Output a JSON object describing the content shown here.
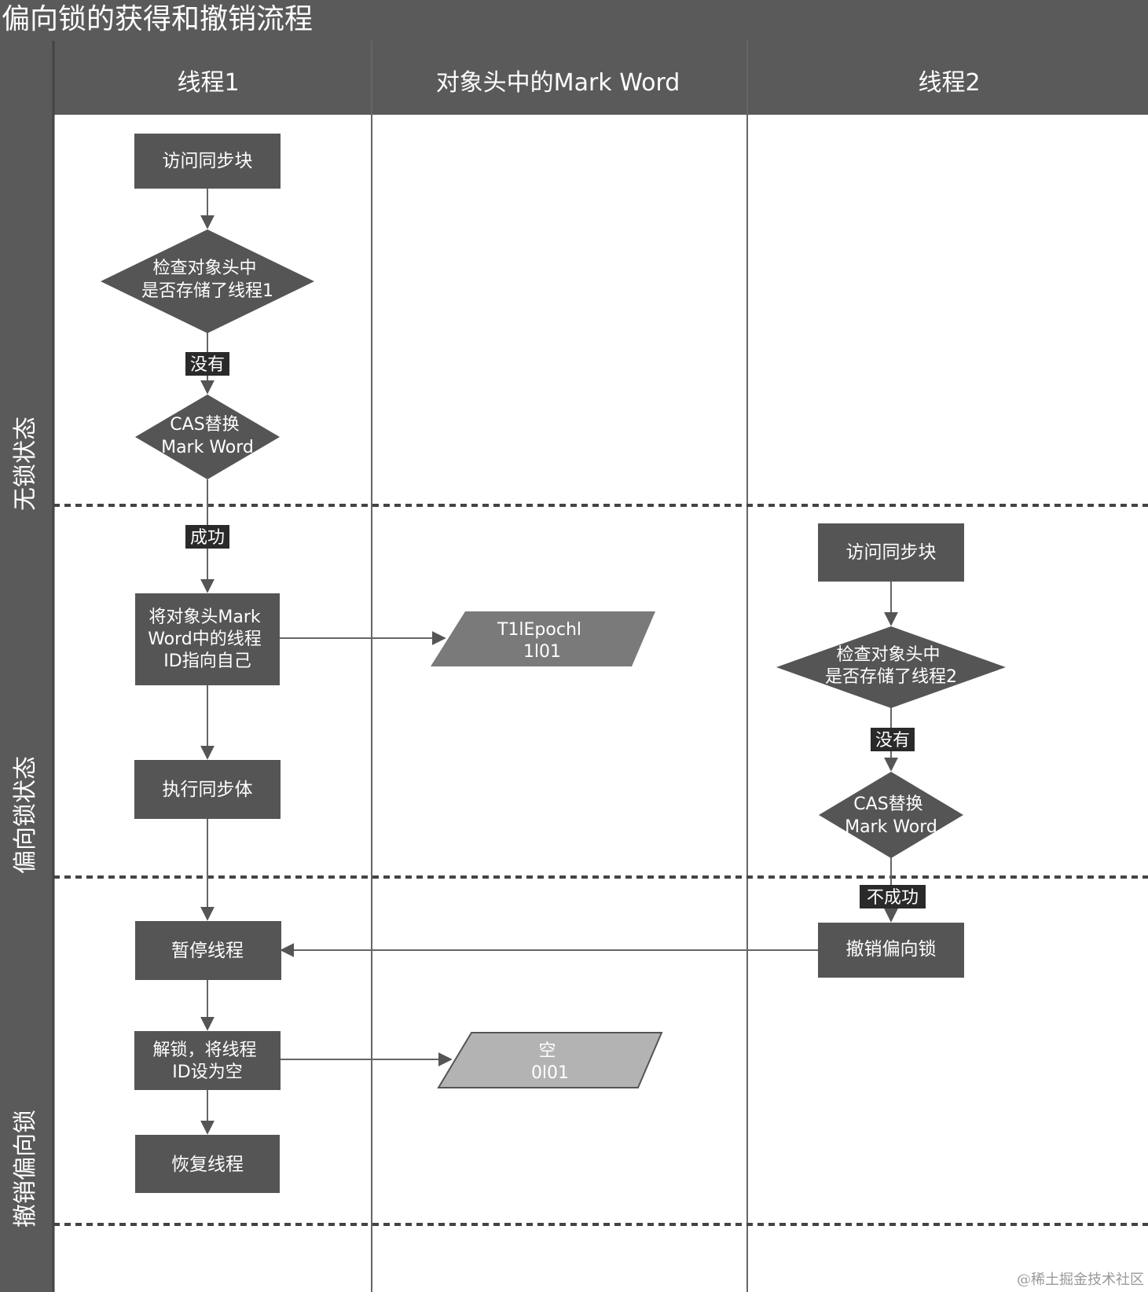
{
  "title": "偏向锁的获得和撤销流程",
  "lanes": {
    "thread1": "线程1",
    "markword": "对象头中的Mark Word",
    "thread2": "线程2"
  },
  "stages": {
    "unlocked": "无锁状态",
    "biased": "偏向锁状态",
    "revoke": "撤销偏向锁"
  },
  "thread1": {
    "access_sync": "访问同步块",
    "check": [
      "检查对象头中",
      "是否存储了线程1"
    ],
    "no_label": "没有",
    "cas": [
      "CAS替换",
      "Mark Word"
    ],
    "success_label": "成功",
    "set_markword": [
      "将对象头Mark",
      "Word中的线程",
      "ID指向自己"
    ],
    "exec_sync": "执行同步体",
    "pause": "暂停线程",
    "unlock": [
      "解锁，将线程",
      "ID设为空"
    ],
    "resume": "恢复线程"
  },
  "markword": {
    "biased": [
      "T1lEpochl",
      "1l01"
    ],
    "empty": [
      "空",
      "0l01"
    ]
  },
  "thread2": {
    "access_sync": "访问同步块",
    "check": [
      "检查对象头中",
      "是否存储了线程2"
    ],
    "no_label": "没有",
    "cas": [
      "CAS替换",
      "Mark Word"
    ],
    "fail_label": "不成功",
    "revoke": "撤销偏向锁"
  },
  "watermark": "@稀土掘金技术社区",
  "colors": {
    "header": "#5a5a5a",
    "node": "#555555",
    "data_dark": "#7a7a7a",
    "data_light": "#b3b3b3",
    "node_text": "#ffffff",
    "line": "#666666",
    "label_bg": "#2a2a2a"
  }
}
